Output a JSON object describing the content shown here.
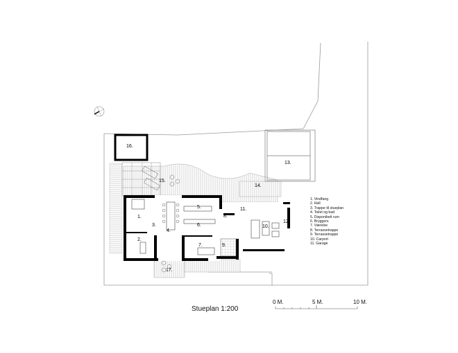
{
  "drawing": {
    "title": "Stueplan 1:200",
    "scale_bar": {
      "labels": [
        "0 M.",
        "5 M.",
        "10 M."
      ]
    },
    "compass": "north-arrow",
    "legend": [
      "1. Vindfang",
      "2. Hall",
      "3. Trappe til stueplan",
      "4. Toilet og bad",
      "5. Disponibelt rum",
      "6. Bryggers",
      "7. Værelse",
      "8. Terrassetrappe",
      "9. Terrassetrappe",
      "10. Carport",
      "11. Garage"
    ],
    "room_labels": {
      "r1": "1.",
      "r2": "2.",
      "r3": "3.",
      "r4": "4.",
      "r5": "5.",
      "r6": "6.",
      "r7": "7.",
      "r8": "8.",
      "r9": "9.",
      "r10": "10.",
      "r11": "11.",
      "r12": "12.",
      "r13": "13.",
      "r14": "14.",
      "r15": "15.",
      "r16": "16.",
      "r17": "17."
    }
  }
}
